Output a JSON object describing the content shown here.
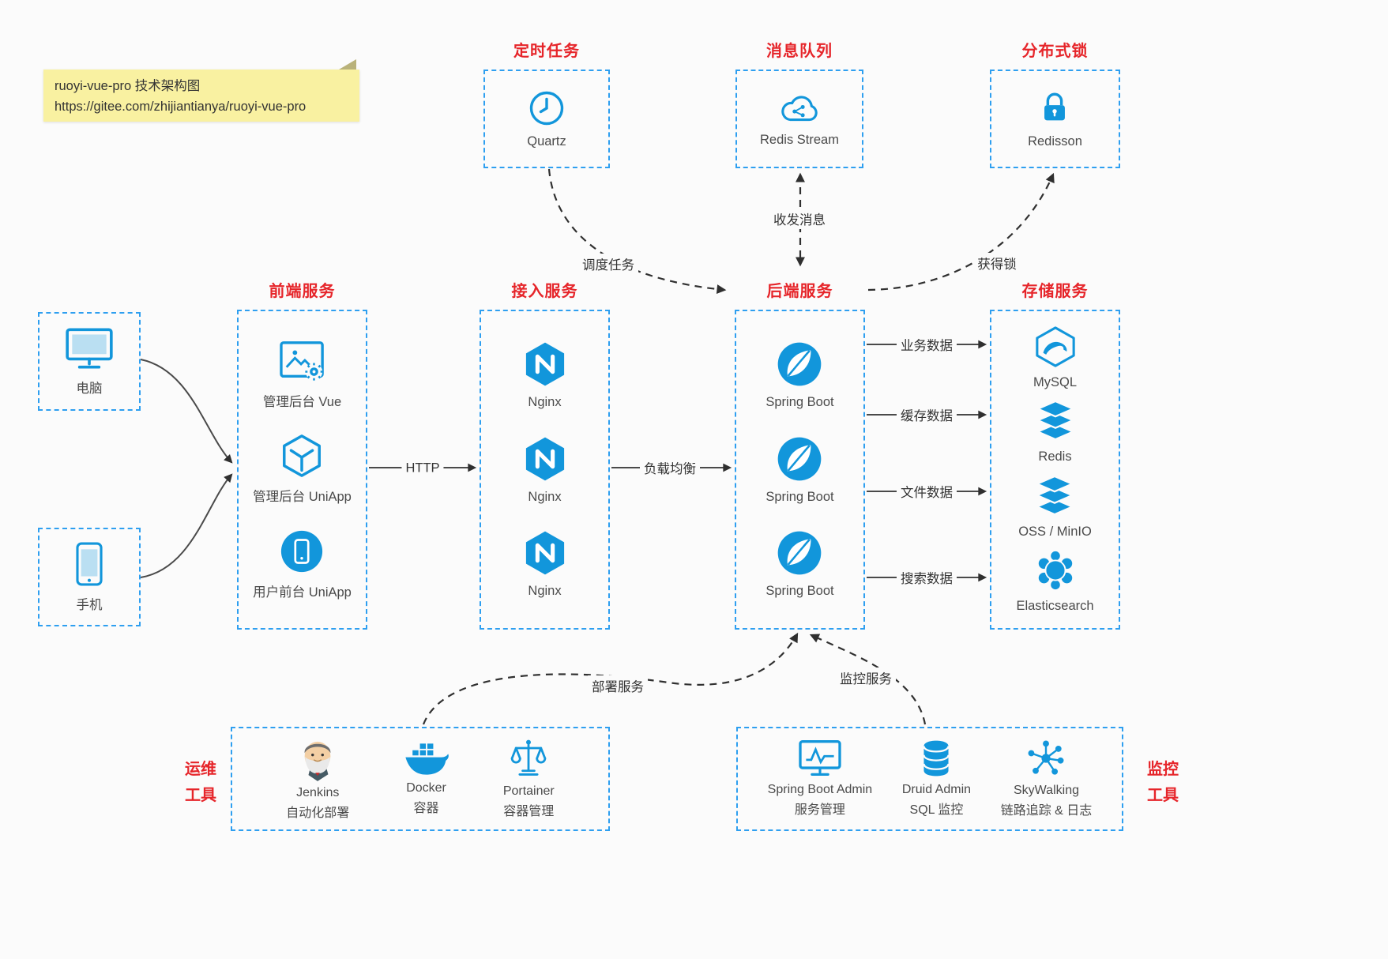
{
  "note": {
    "title": "ruoyi-vue-pro 技术架构图",
    "url": "https://gitee.com/zhijiantianya/ruoyi-vue-pro"
  },
  "colors": {
    "icon_blue": "#1296db",
    "border_blue": "#2e9ff0",
    "title_red": "#e6252a",
    "label_gray": "#4a4a4a",
    "note_yellow": "#f9f1a1",
    "arrow_gray": "#4a4a4a",
    "dashed_arrow": "#303030"
  },
  "top_groups": [
    {
      "title": "定时任务",
      "item": {
        "icon": "clock-icon",
        "label": "Quartz"
      }
    },
    {
      "title": "消息队列",
      "item": {
        "icon": "redis-stream-cloud-icon",
        "label": "Redis Stream"
      }
    },
    {
      "title": "分布式锁",
      "item": {
        "icon": "lock-icon",
        "label": "Redisson"
      }
    }
  ],
  "clients": [
    {
      "icon": "desktop-icon",
      "label": "电脑"
    },
    {
      "icon": "mobile-icon",
      "label": "手机"
    }
  ],
  "columns": [
    {
      "title": "前端服务",
      "items": [
        {
          "icon": "admin-vue-icon",
          "label": "管理后台 Vue"
        },
        {
          "icon": "admin-uniapp-cube-icon",
          "label": "管理后台 UniApp"
        },
        {
          "icon": "user-uniapp-phone-icon",
          "label": "用户前台 UniApp"
        }
      ]
    },
    {
      "title": "接入服务",
      "items": [
        {
          "icon": "nginx-icon",
          "label": "Nginx"
        },
        {
          "icon": "nginx-icon",
          "label": "Nginx"
        },
        {
          "icon": "nginx-icon",
          "label": "Nginx"
        }
      ]
    },
    {
      "title": "后端服务",
      "items": [
        {
          "icon": "spring-boot-icon",
          "label": "Spring Boot"
        },
        {
          "icon": "spring-boot-icon",
          "label": "Spring Boot"
        },
        {
          "icon": "spring-boot-icon",
          "label": "Spring Boot"
        }
      ]
    },
    {
      "title": "存储服务",
      "items": [
        {
          "icon": "mysql-icon",
          "label": "MySQL"
        },
        {
          "icon": "redis-stack-icon",
          "label": "Redis"
        },
        {
          "icon": "oss-stack-icon",
          "label": "OSS / MinIO"
        },
        {
          "icon": "elasticsearch-icon",
          "label": "Elasticsearch"
        }
      ]
    }
  ],
  "bottom_groups": [
    {
      "side_label_line1": "运维",
      "side_label_line2": "工具",
      "items": [
        {
          "icon": "jenkins-icon",
          "label": "Jenkins",
          "sublabel": "自动化部署"
        },
        {
          "icon": "docker-icon",
          "label": "Docker",
          "sublabel": "容器"
        },
        {
          "icon": "portainer-icon",
          "label": "Portainer",
          "sublabel": "容器管理"
        }
      ]
    },
    {
      "side_label_line1": "监控",
      "side_label_line2": "工具",
      "items": [
        {
          "icon": "spring-boot-admin-icon",
          "label": "Spring Boot Admin",
          "sublabel": "服务管理"
        },
        {
          "icon": "druid-icon",
          "label": "Druid Admin",
          "sublabel": "SQL 监控"
        },
        {
          "icon": "skywalking-icon",
          "label": "SkyWalking",
          "sublabel": "链路追踪 & 日志"
        }
      ]
    }
  ],
  "edge_labels": {
    "http": "HTTP",
    "load_balance": "负载均衡",
    "schedule_task": "调度任务",
    "send_receive_message": "收发消息",
    "acquire_lock": "获得锁",
    "business_data": "业务数据",
    "cache_data": "缓存数据",
    "file_data": "文件数据",
    "search_data": "搜索数据",
    "deploy_service": "部署服务",
    "monitor_service": "监控服务"
  }
}
